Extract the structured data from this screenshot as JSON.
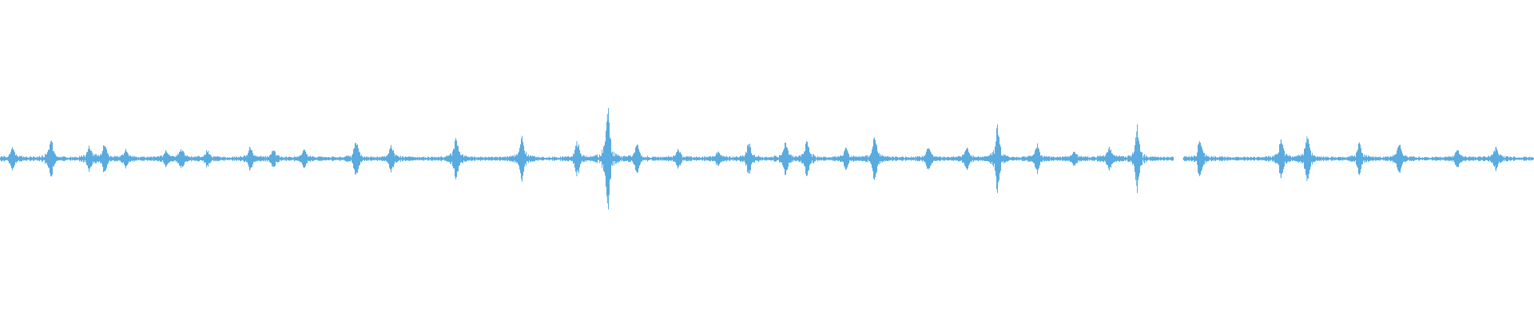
{
  "waveform": {
    "color": "#5aabdf",
    "background": "#ffffff",
    "baseline_amplitude": 0.012,
    "duration_fraction_span": [
      0,
      1
    ],
    "peaks": [
      {
        "t": 0.008,
        "a": 0.06
      },
      {
        "t": 0.033,
        "a": 0.11
      },
      {
        "t": 0.058,
        "a": 0.07
      },
      {
        "t": 0.068,
        "a": 0.08
      },
      {
        "t": 0.082,
        "a": 0.05
      },
      {
        "t": 0.108,
        "a": 0.05
      },
      {
        "t": 0.118,
        "a": 0.06
      },
      {
        "t": 0.135,
        "a": 0.04
      },
      {
        "t": 0.163,
        "a": 0.07
      },
      {
        "t": 0.178,
        "a": 0.05
      },
      {
        "t": 0.198,
        "a": 0.05
      },
      {
        "t": 0.232,
        "a": 0.1
      },
      {
        "t": 0.255,
        "a": 0.07
      },
      {
        "t": 0.297,
        "a": 0.12
      },
      {
        "t": 0.34,
        "a": 0.13
      },
      {
        "t": 0.376,
        "a": 0.11
      },
      {
        "t": 0.396,
        "a": 0.28
      },
      {
        "t": 0.415,
        "a": 0.08
      },
      {
        "t": 0.442,
        "a": 0.05
      },
      {
        "t": 0.468,
        "a": 0.04
      },
      {
        "t": 0.488,
        "a": 0.09
      },
      {
        "t": 0.512,
        "a": 0.09
      },
      {
        "t": 0.526,
        "a": 0.1
      },
      {
        "t": 0.551,
        "a": 0.06
      },
      {
        "t": 0.57,
        "a": 0.13
      },
      {
        "t": 0.605,
        "a": 0.06
      },
      {
        "t": 0.63,
        "a": 0.06
      },
      {
        "t": 0.65,
        "a": 0.18
      },
      {
        "t": 0.676,
        "a": 0.07
      },
      {
        "t": 0.7,
        "a": 0.04
      },
      {
        "t": 0.723,
        "a": 0.07
      },
      {
        "t": 0.741,
        "a": 0.17
      },
      {
        "t": 0.782,
        "a": 0.11
      },
      {
        "t": 0.835,
        "a": 0.12
      },
      {
        "t": 0.852,
        "a": 0.14
      },
      {
        "t": 0.886,
        "a": 0.09
      },
      {
        "t": 0.912,
        "a": 0.08
      },
      {
        "t": 0.95,
        "a": 0.05
      },
      {
        "t": 0.975,
        "a": 0.07
      }
    ],
    "gaps": [
      {
        "start": 0.765,
        "end": 0.771
      }
    ]
  }
}
